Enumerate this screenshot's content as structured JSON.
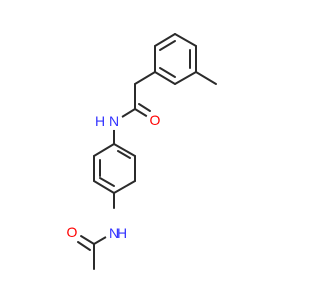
{
  "molecule": {
    "atoms": {
      "amide_n_top": {
        "symbol": "N",
        "h": "H",
        "color": "#3333ff"
      },
      "amide_o_top": {
        "symbol": "O",
        "color": "#ff0000"
      },
      "amide_n_bottom": {
        "symbol": "N",
        "h": "H",
        "color": "#3333ff"
      },
      "amide_o_bottom": {
        "symbol": "O",
        "color": "#ff0000"
      }
    },
    "bond_color": "#2b2b2b"
  }
}
